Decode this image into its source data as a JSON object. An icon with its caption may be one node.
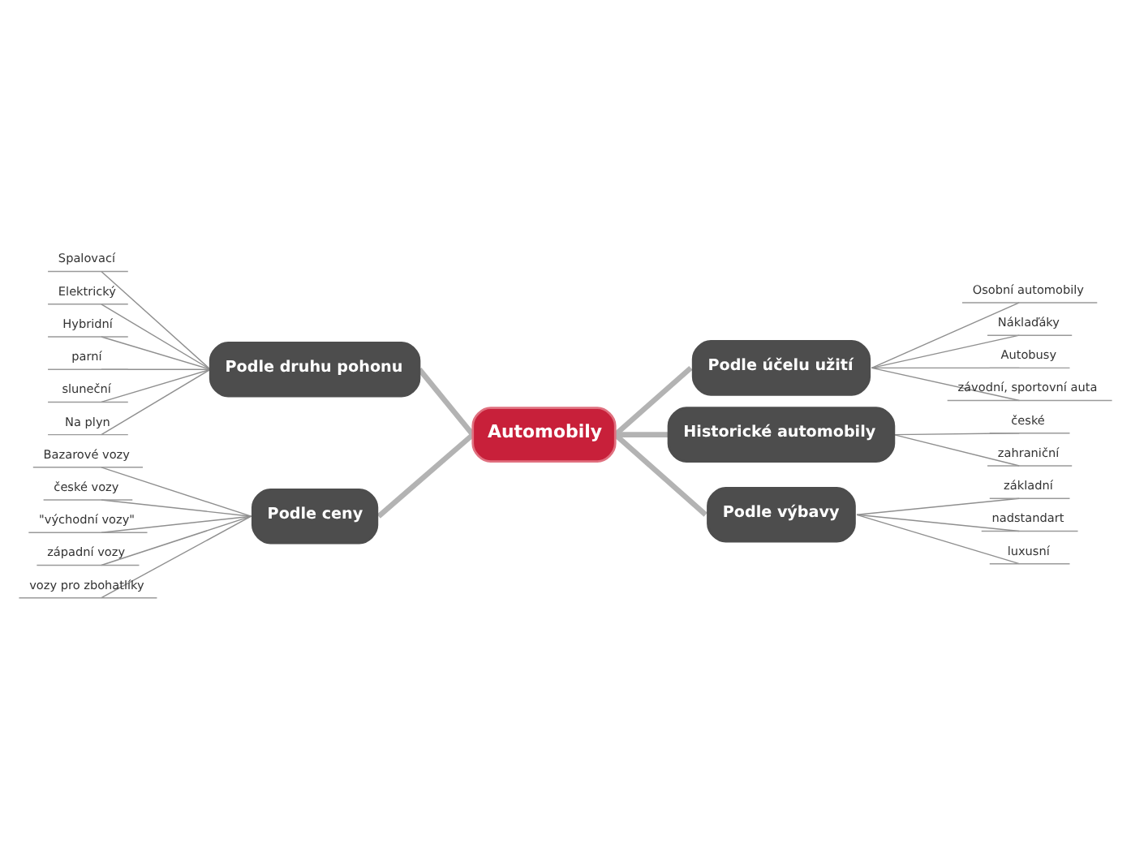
{
  "diagram": {
    "nodes": [
      {
        "text": [
          "Automobily"
        ]
      },
      {
        "text": [
          "Podle druhu pohonu"
        ]
      },
      {
        "text": [
          "Spalovací"
        ]
      },
      {
        "text": [
          "Elektrický"
        ]
      },
      {
        "text": [
          "Hybridní"
        ]
      },
      {
        "text": [
          "parní"
        ]
      },
      {
        "text": [
          "sluneční"
        ]
      },
      {
        "text": [
          "Na plyn"
        ]
      },
      {
        "text": [
          "Podle účelu užití"
        ]
      },
      {
        "text": [
          "Osobní automobily"
        ]
      },
      {
        "text": [
          "Náklaďáky"
        ]
      },
      {
        "text": [
          "Autobusy"
        ]
      },
      {
        "text": [
          "závodní, sportovní auta"
        ]
      },
      {
        "text": [
          "Historické automobily"
        ]
      },
      {
        "text": [
          "české"
        ]
      },
      {
        "text": [
          "zahraniční"
        ]
      },
      {
        "text": [
          "Podle výbavy"
        ]
      },
      {
        "text": [
          "základní"
        ]
      },
      {
        "text": [
          "nadstandart"
        ]
      },
      {
        "text": [
          "luxusní"
        ]
      },
      {
        "text": [
          "Podle ceny"
        ]
      },
      {
        "text": [
          "Bazarové vozy"
        ]
      },
      {
        "text": [
          "české vozy"
        ]
      },
      {
        "text": [
          "\"východní vozy\""
        ]
      },
      {
        "text": [
          "západní vozy"
        ]
      },
      {
        "text": [
          "vozy pro zbohatlíky"
        ]
      }
    ],
    "edges": [
      {
        "from": 0,
        "to": 1,
        "arrow": "none",
        "style": "thick",
        "color": "#b3b3b3"
      },
      {
        "from": 1,
        "to": 2,
        "arrow": "none"
      },
      {
        "from": 1,
        "to": 3,
        "arrow": "none"
      },
      {
        "from": 1,
        "to": 4,
        "arrow": "none"
      },
      {
        "from": 1,
        "to": 5,
        "arrow": "none"
      },
      {
        "from": 1,
        "to": 6,
        "arrow": "none"
      },
      {
        "from": 1,
        "to": 7,
        "arrow": "none"
      },
      {
        "from": 0,
        "to": 8,
        "arrow": "none",
        "style": "thick",
        "color": "#b3b3b3"
      },
      {
        "from": 8,
        "to": 9,
        "arrow": "none"
      },
      {
        "from": 8,
        "to": 10,
        "arrow": "none"
      },
      {
        "from": 8,
        "to": 11,
        "arrow": "none"
      },
      {
        "from": 8,
        "to": 12,
        "arrow": "none"
      },
      {
        "from": 0,
        "to": 13,
        "arrow": "none",
        "style": "thick",
        "color": "#b3b3b3"
      },
      {
        "from": 13,
        "to": 14,
        "arrow": "none"
      },
      {
        "from": 13,
        "to": 15,
        "arrow": "none"
      },
      {
        "from": 0,
        "to": 16,
        "arrow": "none",
        "style": "thick",
        "color": "#b3b3b3"
      },
      {
        "from": 16,
        "to": 17,
        "arrow": "none"
      },
      {
        "from": 16,
        "to": 18,
        "arrow": "none"
      },
      {
        "from": 16,
        "to": 19,
        "arrow": "none"
      },
      {
        "from": 0,
        "to": 20,
        "arrow": "none",
        "style": "thick",
        "color": "#b3b3b3"
      },
      {
        "from": 20,
        "to": 21,
        "arrow": "none"
      },
      {
        "from": 20,
        "to": 22,
        "arrow": "none"
      },
      {
        "from": 20,
        "to": 23,
        "arrow": "none"
      },
      {
        "from": 20,
        "to": 24,
        "arrow": "none"
      },
      {
        "from": 20,
        "to": 25,
        "arrow": "none"
      }
    ]
  }
}
